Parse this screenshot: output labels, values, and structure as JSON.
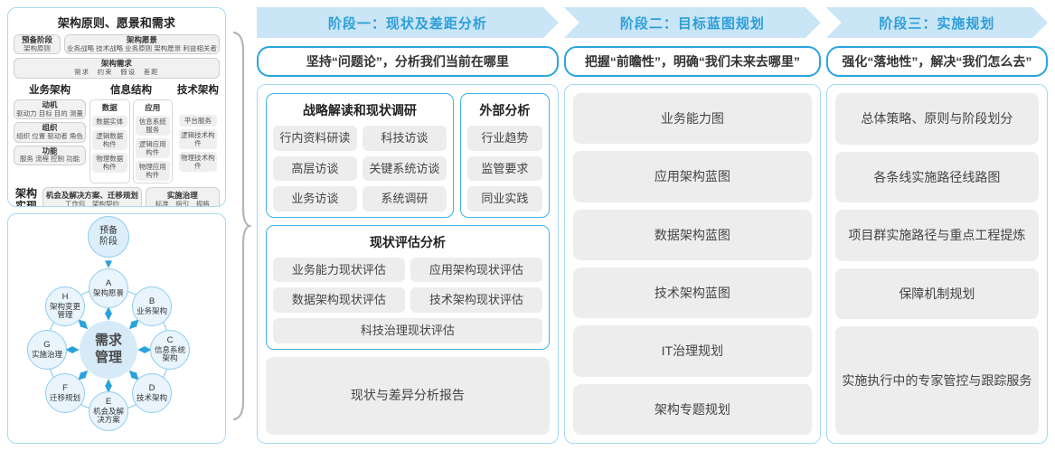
{
  "colors": {
    "banner_bg": "#c9e5f6",
    "banner_text": "#2d9fd8",
    "accent_blue": "#29a5de",
    "item_gray": "#ededed",
    "panel_border": "#a9d9f2",
    "arrow_blue": "#2aa3dc"
  },
  "left": {
    "principles_panel": {
      "title": "架构原则、愿景和需求",
      "prep_stage": {
        "title": "预备阶段",
        "sub": "架构原则"
      },
      "vision": {
        "title": "架构愿景",
        "sub": "业务战略 技术战略 业务原则 架构愿景 利益相关者"
      },
      "requirements": {
        "title": "架构需求",
        "sub": "需求　约束　假设　差距"
      },
      "business_arch": {
        "title": "业务架构",
        "items": [
          {
            "title": "动机",
            "sub": "驱动力 目标 目的 测量"
          },
          {
            "title": "组织",
            "sub": "组织 位置 驱动者 角色"
          },
          {
            "title": "功能",
            "sub": "服务 流程 控制 功能"
          }
        ]
      },
      "info_struct": {
        "title": "信息结构",
        "data_group": {
          "title": "数据",
          "items": [
            "数据实体",
            "逻辑数据构件",
            "物理数据构件"
          ]
        },
        "app_group": {
          "title": "应用",
          "items": [
            "信息系统服务",
            "逻辑应用构件",
            "物理应用构件"
          ]
        }
      },
      "tech_arch": {
        "title": "技术架构",
        "items": [
          "平台服务",
          "逻辑技术构件",
          "物理技术构件"
        ]
      },
      "realization": {
        "label": "架构实现",
        "box1": {
          "title": "机会及解决方案、迁移规划",
          "sub": "工作包　架构契约"
        },
        "box2": {
          "title": "实施治理",
          "sub": "标准　指引　规格"
        }
      }
    },
    "cycle_panel": {
      "prep_label": "预备阶段",
      "center_label": "需求管理",
      "nodes": [
        {
          "letter": "A",
          "label": "架构愿景"
        },
        {
          "letter": "B",
          "label": "业务架构"
        },
        {
          "letter": "C",
          "label": "信息系统架构"
        },
        {
          "letter": "D",
          "label": "技术架构"
        },
        {
          "letter": "E",
          "label": "机会及解决方案"
        },
        {
          "letter": "F",
          "label": "迁移规划"
        },
        {
          "letter": "G",
          "label": "实施治理"
        },
        {
          "letter": "H",
          "label": "架构变更管理"
        }
      ]
    }
  },
  "phases": [
    {
      "header": "阶段一：现状及差距分析",
      "subtitle": "坚持“问题论”，分析我们当前在哪里",
      "research": {
        "title": "战略解读和现状调研",
        "items": [
          "行内资料研读",
          "科技访谈",
          "高层访谈",
          "关键系统访谈",
          "业务访谈",
          "系统调研"
        ]
      },
      "external": {
        "title": "外部分析",
        "items": [
          "行业趋势",
          "监管要求",
          "同业实践"
        ]
      },
      "evaluation": {
        "title": "现状评估分析",
        "items": [
          "业务能力现状评估",
          "应用架构现状评估",
          "数据架构现状评估",
          "技术架构现状评估"
        ],
        "full_item": "科技治理现状评估"
      },
      "report": "现状与差异分析报告"
    },
    {
      "header": "阶段二：目标蓝图规划",
      "subtitle": "把握“前瞻性”，明确“我们未来去哪里”",
      "items": [
        "业务能力图",
        "应用架构蓝图",
        "数据架构蓝图",
        "技术架构蓝图",
        "IT治理规划",
        "架构专题规划"
      ]
    },
    {
      "header": "阶段三：实施规划",
      "subtitle": "强化“落地性”，解决“我们怎么去”",
      "items": [
        "总体策略、原则与阶段划分",
        "各条线实施路径线路图",
        "项目群实施路径与重点工程提炼",
        "保障机制规划"
      ],
      "tall_item": "实施执行中的专家管控与跟踪服务"
    }
  ]
}
